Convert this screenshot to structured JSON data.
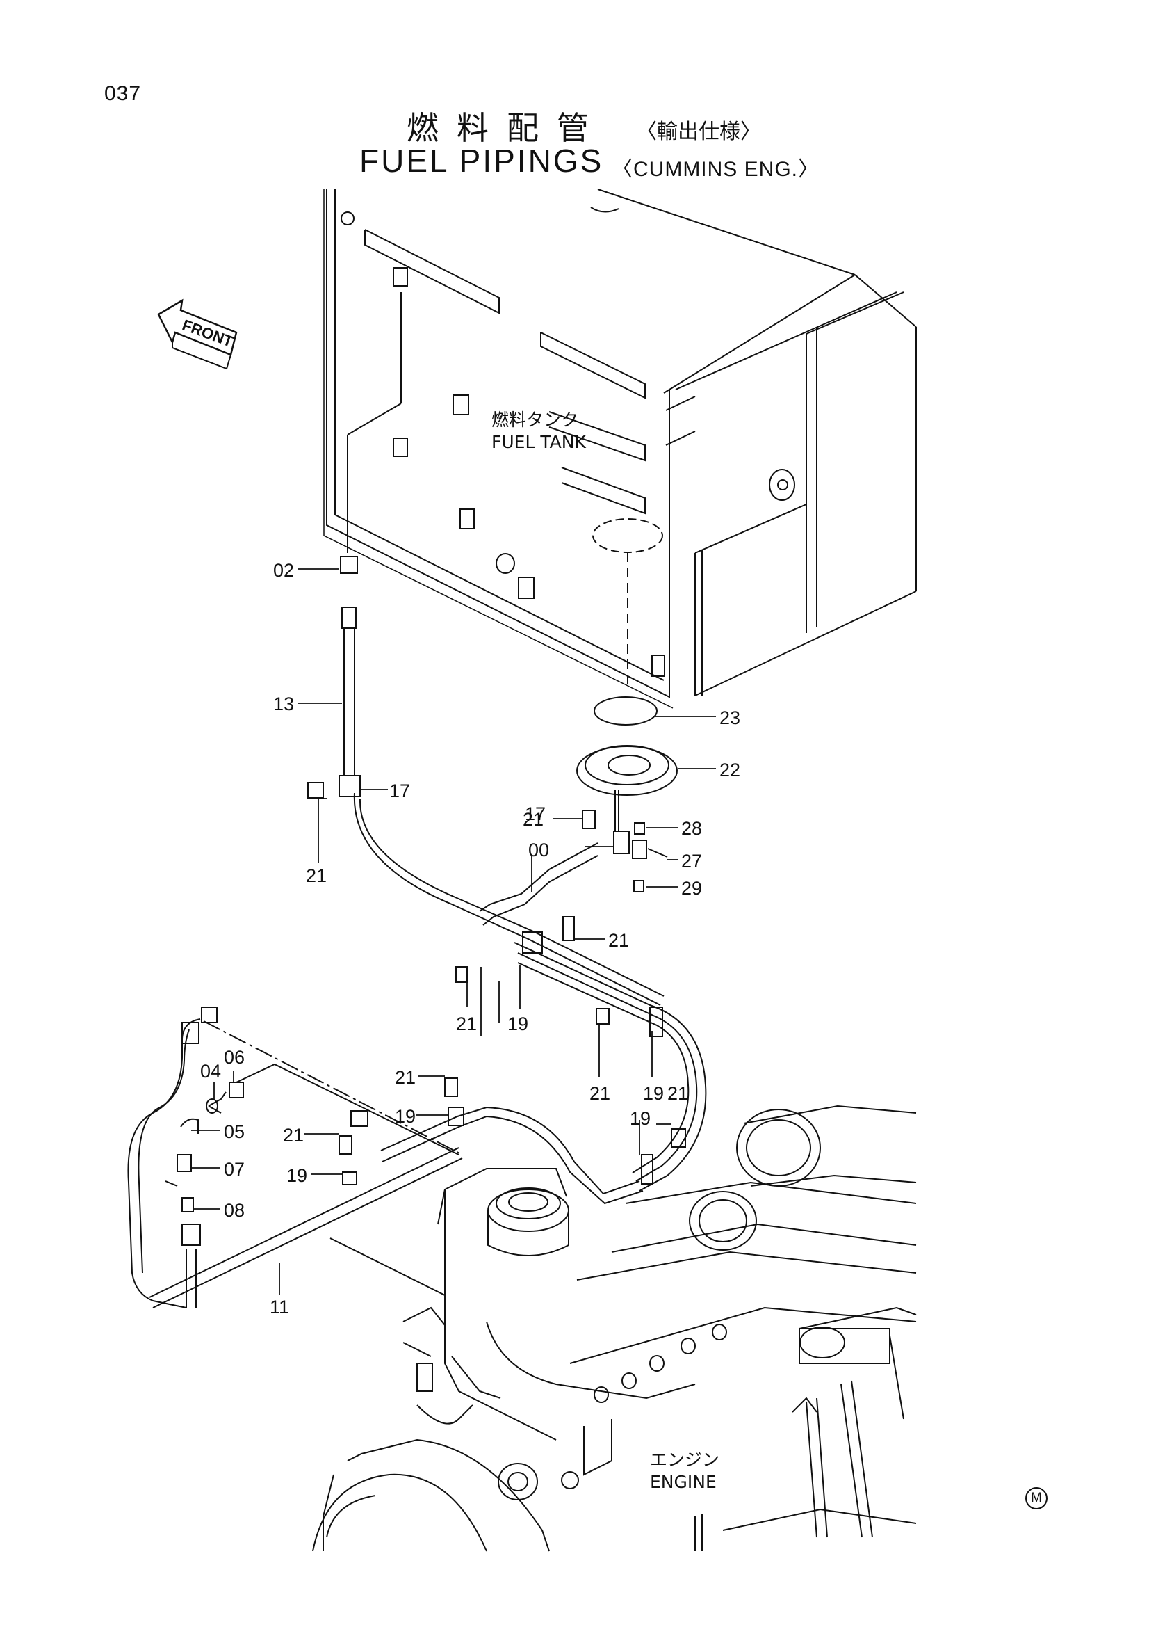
{
  "page_number": "037",
  "title": {
    "jp": "燃料配管",
    "jp_spec": "〈輸出仕様〉",
    "en": "FUEL PIPINGS",
    "en_spec": "〈CUMMINS ENG.〉"
  },
  "front_marker": "FRONT",
  "labels": {
    "fuel_tank_jp": "燃料タンク",
    "fuel_tank_en": "FUEL TANK",
    "engine_jp": "エンジン",
    "engine_en": "ENGINE"
  },
  "callouts": {
    "c02": "02",
    "c13": "13",
    "c17a": "17",
    "c21a": "21",
    "c23": "23",
    "c22": "22",
    "c21b": "21",
    "c00": "00",
    "c17b": "17",
    "c28": "28",
    "c27": "27",
    "c29": "29",
    "c21c": "21",
    "c21d": "21",
    "c19a": "19",
    "c04": "04",
    "c06": "06",
    "c05": "05",
    "c07": "07",
    "c08": "08",
    "c11": "11",
    "c21e": "21",
    "c19b": "19",
    "c21f": "21",
    "c19c": "19",
    "c21g": "21",
    "c19d": "19",
    "c21h": "21",
    "c19e": "19"
  },
  "revision_mark": "M"
}
